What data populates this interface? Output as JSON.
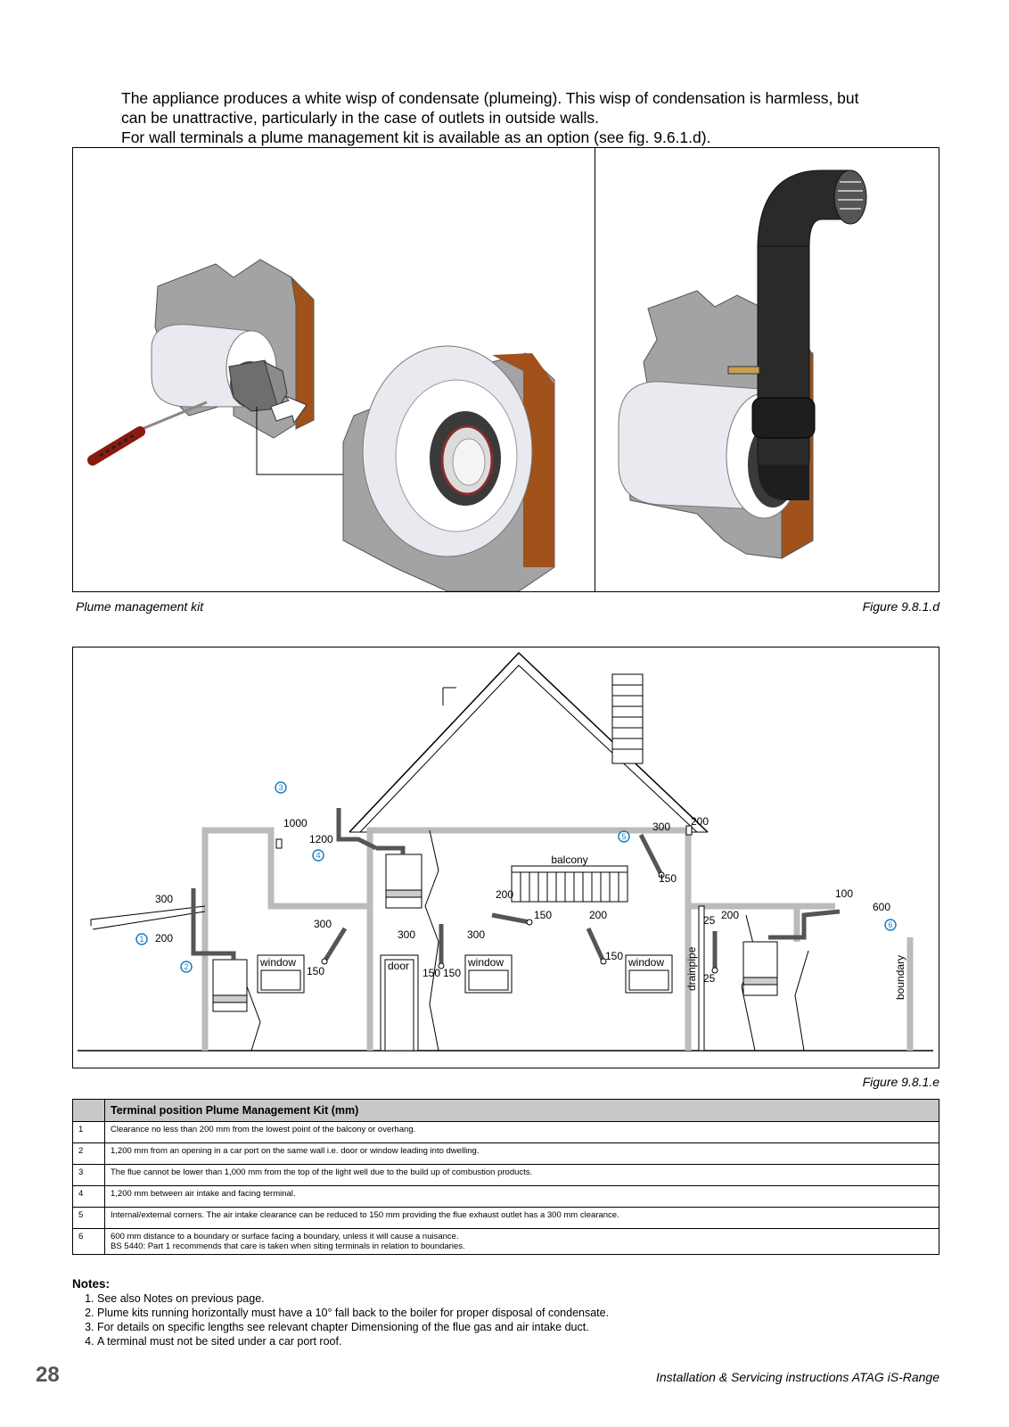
{
  "intro": {
    "line1": "The appliance produces a white wisp of condensate (plumeing). This wisp of condensation is harmless, but",
    "line2": "can be unattractive, particularly in the case of outlets in outside walls.",
    "line3": "For wall terminals a plume management kit is available as an option (see fig. 9.6.1.d)."
  },
  "figure_d": {
    "caption_left": "Plume management kit",
    "caption_right": "Figure 9.8.1.d"
  },
  "figure_e": {
    "caption": "Figure 9.8.1.e",
    "labels": {
      "balcony": "balcony",
      "window": "window",
      "door": "door",
      "drainpipe": "drainpipe",
      "boundary": "boundary"
    },
    "dims": {
      "d1000": "1000",
      "d1200": "1200",
      "d300a": "300",
      "d200a": "200",
      "d300b": "300",
      "d150a": "150",
      "d300c": "300",
      "d300d": "300",
      "d150b": "150",
      "d150c": "150",
      "d200b": "200",
      "d150d": "150",
      "d200c": "200",
      "d150e": "150",
      "d300e": "300",
      "d200d": "200",
      "d150f": "150",
      "d100": "100",
      "d600": "600",
      "d25a": "25",
      "d200e": "200",
      "d25b": "25"
    },
    "markers": [
      "1",
      "2",
      "3",
      "4",
      "5",
      "6"
    ]
  },
  "table": {
    "header": "Terminal position Plume Management Kit (mm)",
    "rows": [
      {
        "num": "1",
        "text": "Clearance no less than 200 mm from the lowest point of the balcony or overhang."
      },
      {
        "num": "2",
        "text": "1,200 mm from an opening in a car port on the same wall i.e. door or window leading into dwelling."
      },
      {
        "num": "3",
        "text": "The flue cannot be lower than 1,000 mm from the top of the light well due to the build up of combustion products."
      },
      {
        "num": "4",
        "text": "1,200 mm between air intake and facing terminal."
      },
      {
        "num": "5",
        "text": "Internal/external corners. The air intake clearance can be reduced to 150 mm providing the flue exhaust outlet has a 300 mm clearance."
      },
      {
        "num": "6",
        "text": "600 mm distance to a boundary or surface facing a boundary, unless it will cause a nuisance.",
        "text2": "BS 5440: Part 1 recommends that care is taken when siting terminals in relation to boundaries."
      }
    ]
  },
  "notes": {
    "title": "Notes:",
    "items": [
      "See also Notes on previous page.",
      "Plume kits running horizontally must have a 10° fall back to the boiler for proper disposal of condensate.",
      "For details on specific lengths see relevant chapter Dimensioning of the flue gas and air intake duct.",
      "A terminal must not be sited under a car port roof."
    ]
  },
  "page_number": "28",
  "footer": "Installation & Servicing instructions   ATAG iS-Range",
  "colors": {
    "brick": "#a0521a",
    "wall_grey": "#9a9a9a",
    "pipe_black": "#1e1e1e",
    "marker_blue": "#1a7fc1",
    "table_header": "#c8c8c8"
  }
}
